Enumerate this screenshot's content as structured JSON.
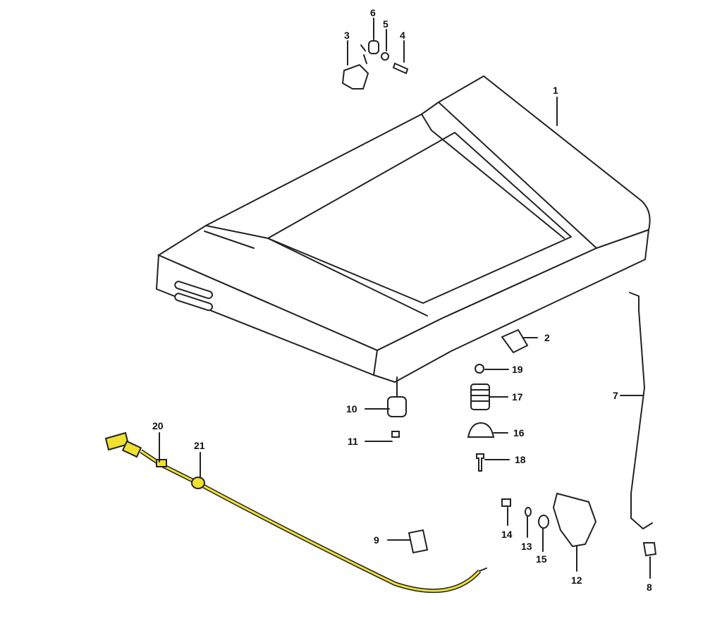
{
  "diagram": {
    "type": "exploded parts diagram",
    "cable_color": "#f0e030",
    "labels": {
      "p1": "1",
      "p2": "2",
      "p3": "3",
      "p4": "4",
      "p5": "5",
      "p6": "6",
      "p7": "7",
      "p8": "8",
      "p9": "9",
      "p10": "10",
      "p11": "11",
      "p12": "12",
      "p13": "13",
      "p14": "14",
      "p15": "15",
      "p16": "16",
      "p17": "17",
      "p18": "18",
      "p19": "19",
      "p20": "20",
      "p21": "21"
    }
  }
}
